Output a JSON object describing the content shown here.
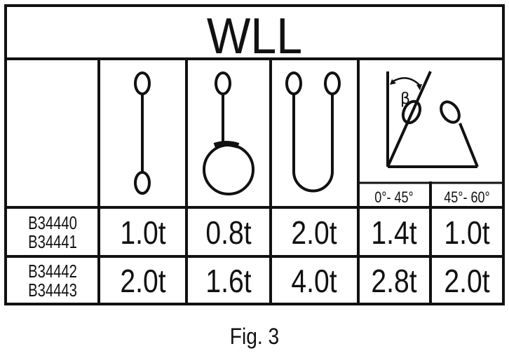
{
  "table": {
    "title": "WLL",
    "angle_symbol": "β",
    "angle_ranges": [
      "0°- 45°",
      "45°- 60°"
    ],
    "rows": [
      {
        "codes": [
          "B34440",
          "B34441"
        ],
        "values": [
          "1.0t",
          "0.8t",
          "2.0t",
          "1.4t",
          "1.0t"
        ]
      },
      {
        "codes": [
          "B34442",
          "B34443"
        ],
        "values": [
          "2.0t",
          "1.6t",
          "4.0t",
          "2.8t",
          "2.0t"
        ]
      }
    ]
  },
  "caption": "Fig. 3",
  "icons": [
    "straight-lift-icon",
    "choke-hitch-icon",
    "basket-hitch-icon",
    "angled-basket-hitch-icon"
  ]
}
